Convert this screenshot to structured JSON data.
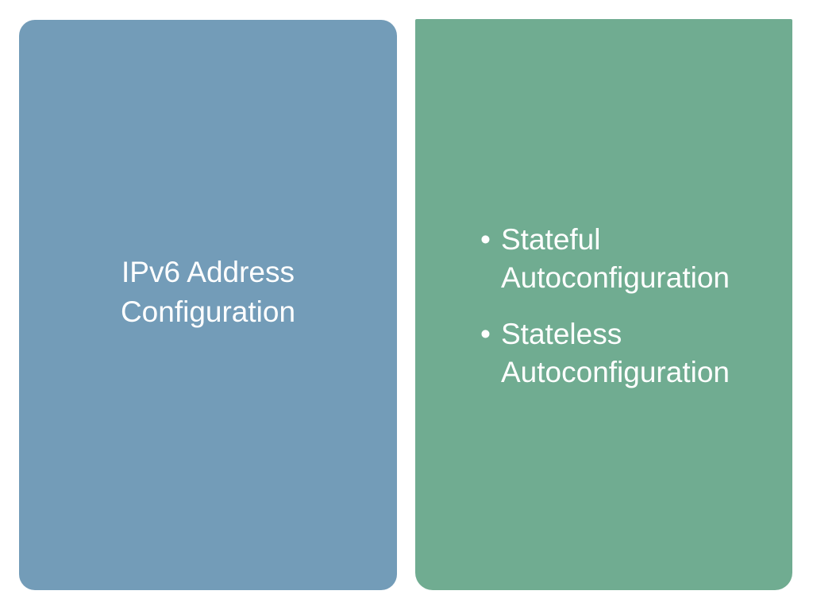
{
  "colors": {
    "left_panel": "#739CB8",
    "right_panel": "#70AC91",
    "text": "#FFFFFF",
    "background": "#FFFFFF"
  },
  "left_panel": {
    "title": "IPv6 Address Configuration"
  },
  "right_panel": {
    "bullet_icon": "bullet-dot",
    "items": [
      {
        "label": "Stateful Autoconfiguration"
      },
      {
        "label": "Stateless Autoconfiguration"
      }
    ]
  }
}
